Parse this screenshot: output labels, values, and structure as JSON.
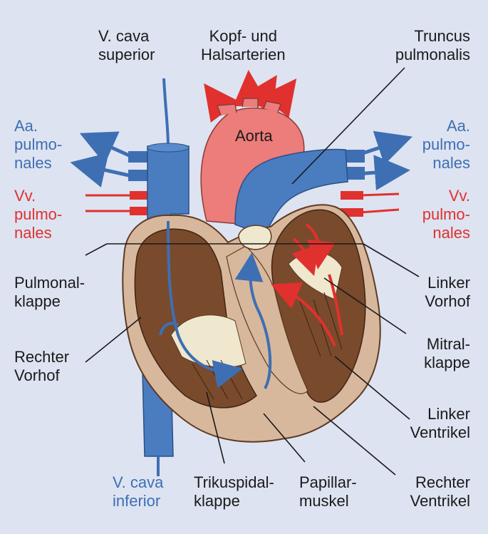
{
  "labels": {
    "v_cava_superior": "V. cava\nsuperior",
    "kopf_hals": "Kopf- und\nHalsarterien",
    "truncus": "Truncus\npulmonalis",
    "aa_left": "Aa.\npulmo-\nnales",
    "aa_right": "Aa.\npulmo-\nnales",
    "vv_left": "Vv.\npulmo-\nnales",
    "vv_right": "Vv.\npulmo-\nnales",
    "aorta": "Aorta",
    "pulmonalklappe": "Pulmonal-\nklappe",
    "rechter_vorhof": "Rechter\nVorhof",
    "linker_vorhof": "Linker\nVorhof",
    "mitralklappe": "Mitral-\nklappe",
    "linker_ventrikel": "Linker\nVentrikel",
    "v_cava_inferior": "V. cava\ninferior",
    "trikuspidalklappe": "Trikuspidal-\nklappe",
    "papillarmuskel": "Papillar-\nmuskel",
    "rechter_ventrikel": "Rechter\nVentrikel"
  },
  "colors": {
    "background": "#dde3f1",
    "venous_blue": "#3e6fb3",
    "arterial_red": "#e0312e",
    "aorta_pink": "#ec7d7a",
    "muscle_brown": "#7a4a2c",
    "wall_tan": "#d8b89c"
  }
}
